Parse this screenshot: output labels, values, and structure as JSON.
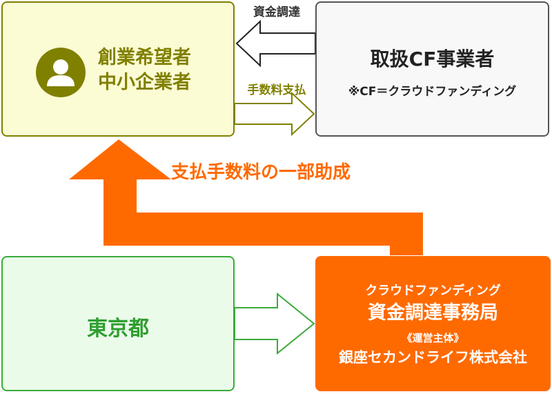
{
  "applicant": {
    "line1": "創業希望者",
    "line2": "中小企業者",
    "icon": "person-icon"
  },
  "cf_operator": {
    "title": "取扱CF事業者",
    "note": "※CF＝クラウドファンディング"
  },
  "tokyo": {
    "label": "東京都"
  },
  "funding_office": {
    "line1": "クラウドファンディング",
    "line2": "資金調達事務局",
    "line3": "《運営主体》",
    "line4": "銀座セカンドライフ株式会社"
  },
  "labels": {
    "funding": "資金調達",
    "fee_payment": "手数料支払",
    "subsidy": "支払手数料の一部助成"
  },
  "colors": {
    "applicant_fill": "#fbfbd4",
    "applicant_accent": "#808000",
    "cf_fill": "#f8f8f8",
    "cf_border": "#555555",
    "tokyo_fill": "#eafbea",
    "tokyo_accent": "#3aaa3a",
    "office_fill": "#ff6a00",
    "subsidy_arrow": "#ff6a00"
  }
}
